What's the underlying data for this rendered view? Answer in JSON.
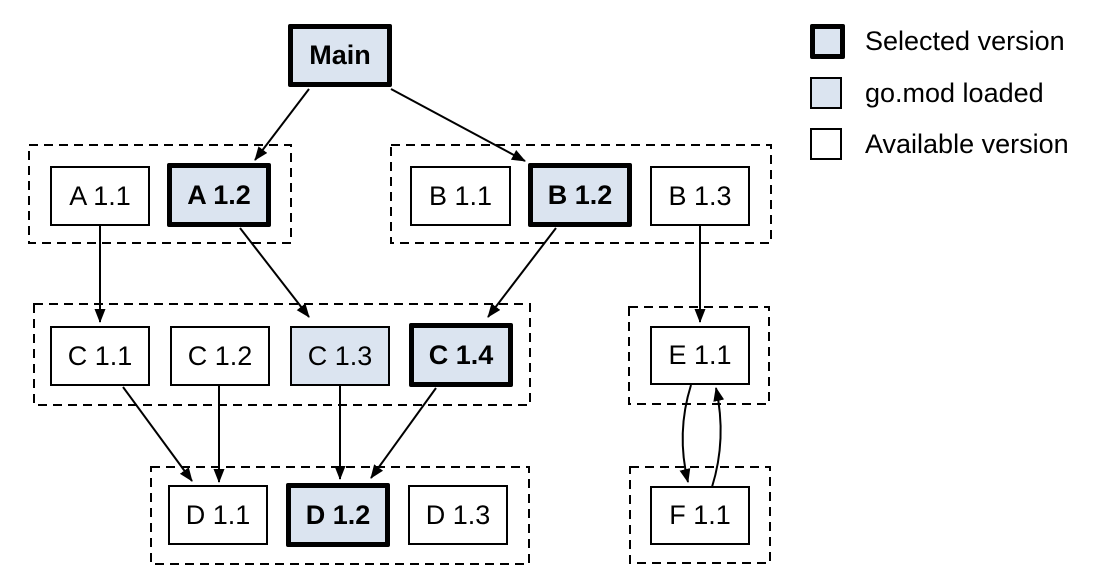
{
  "legend": {
    "items": [
      {
        "label": "Selected version",
        "style": "selected"
      },
      {
        "label": "go.mod loaded",
        "style": "loaded"
      },
      {
        "label": "Available version",
        "style": "available"
      }
    ]
  },
  "graph": {
    "nodes": {
      "main": {
        "label": "Main",
        "state": "selected"
      },
      "a11": {
        "label": "A 1.1",
        "state": "available"
      },
      "a12": {
        "label": "A 1.2",
        "state": "selected"
      },
      "b11": {
        "label": "B 1.1",
        "state": "available"
      },
      "b12": {
        "label": "B 1.2",
        "state": "selected"
      },
      "b13": {
        "label": "B 1.3",
        "state": "available"
      },
      "c11": {
        "label": "C 1.1",
        "state": "available"
      },
      "c12": {
        "label": "C 1.2",
        "state": "available"
      },
      "c13": {
        "label": "C 1.3",
        "state": "loaded"
      },
      "c14": {
        "label": "C 1.4",
        "state": "selected"
      },
      "d11": {
        "label": "D 1.1",
        "state": "available"
      },
      "d12": {
        "label": "D 1.2",
        "state": "selected"
      },
      "d13": {
        "label": "D 1.3",
        "state": "available"
      },
      "e11": {
        "label": "E 1.1",
        "state": "available"
      },
      "f11": {
        "label": "F 1.1",
        "state": "available"
      }
    },
    "groups": [
      {
        "id": "A",
        "members": [
          "a11",
          "a12"
        ]
      },
      {
        "id": "B",
        "members": [
          "b11",
          "b12",
          "b13"
        ]
      },
      {
        "id": "C",
        "members": [
          "c11",
          "c12",
          "c13",
          "c14"
        ]
      },
      {
        "id": "D",
        "members": [
          "d11",
          "d12",
          "d13"
        ]
      },
      {
        "id": "E",
        "members": [
          "e11"
        ]
      },
      {
        "id": "F",
        "members": [
          "f11"
        ]
      }
    ],
    "edges": [
      {
        "from": "main",
        "to": "a12"
      },
      {
        "from": "main",
        "to": "b12"
      },
      {
        "from": "a11",
        "to": "c11"
      },
      {
        "from": "a12",
        "to": "c13"
      },
      {
        "from": "b12",
        "to": "c14"
      },
      {
        "from": "b13",
        "to": "e11"
      },
      {
        "from": "c11",
        "to": "d11"
      },
      {
        "from": "c12",
        "to": "d11"
      },
      {
        "from": "c13",
        "to": "d12"
      },
      {
        "from": "c14",
        "to": "d12"
      },
      {
        "from": "e11",
        "to": "f11"
      },
      {
        "from": "f11",
        "to": "e11"
      }
    ]
  },
  "colors": {
    "highlight_fill": "#dbe4f0",
    "line": "#000000",
    "background": "#ffffff"
  }
}
